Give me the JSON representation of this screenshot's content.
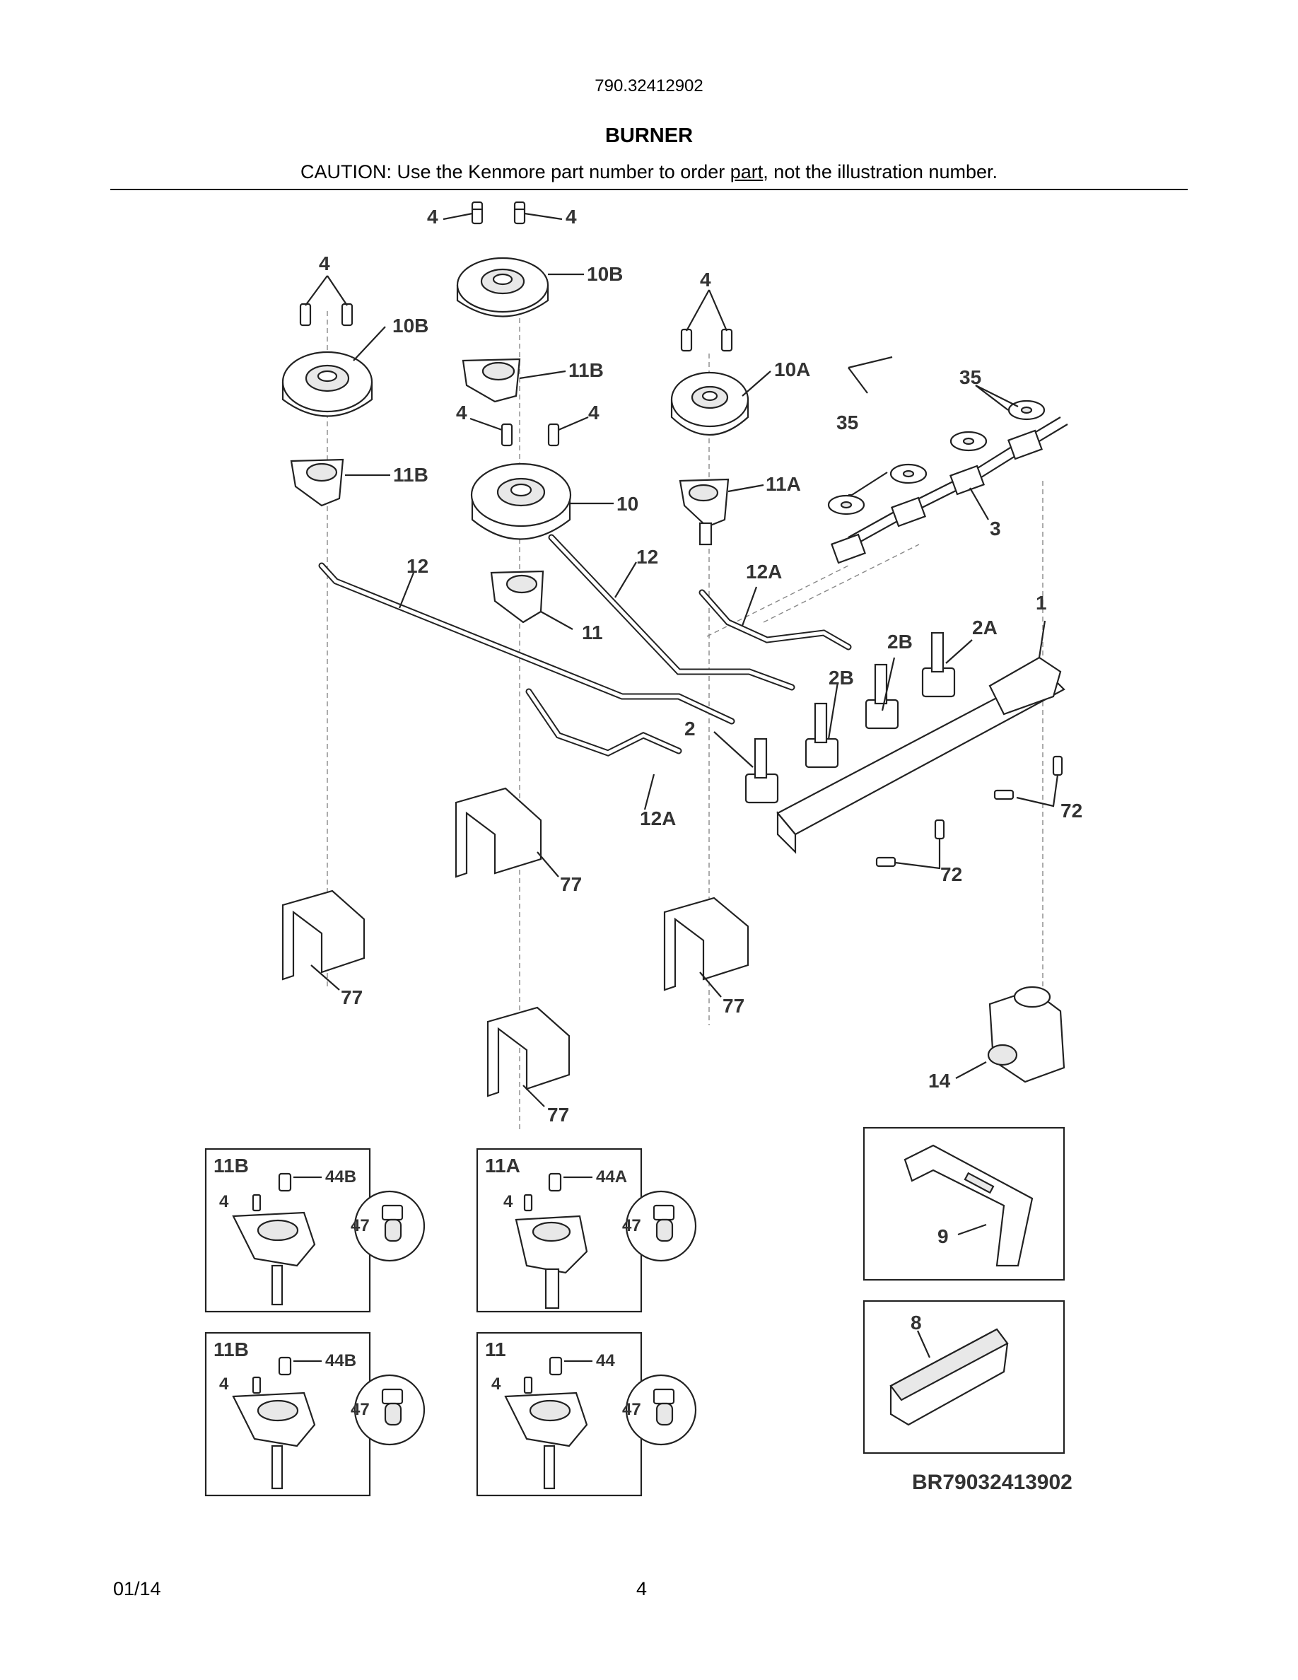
{
  "header": {
    "model": "790.32412902",
    "title": "BURNER",
    "caution_before": "CAUTION: Use the Kenmore part number to order ",
    "caution_underlined": "part",
    "caution_after": ", not the illustration number."
  },
  "callouts": {
    "c4": "4",
    "c10": "10",
    "c10A": "10A",
    "c10B": "10B",
    "c11": "11",
    "c11A": "11A",
    "c11B": "11B",
    "c12": "12",
    "c12A": "12A",
    "c1": "1",
    "c2": "2",
    "c2A": "2A",
    "c2B": "2B",
    "c3": "3",
    "c35": "35",
    "c72": "72",
    "c77": "77",
    "c14": "14",
    "c9": "9",
    "c8": "8",
    "c44": "44",
    "c44A": "44A",
    "c44B": "44B",
    "c47": "47"
  },
  "footer": {
    "date": "01/14",
    "page": "4",
    "drawing_code": "BR79032413902"
  },
  "colors": {
    "line": "#222222",
    "label": "#333333",
    "fill_light": "#e8e8e8",
    "leader_dash": "#888888"
  }
}
